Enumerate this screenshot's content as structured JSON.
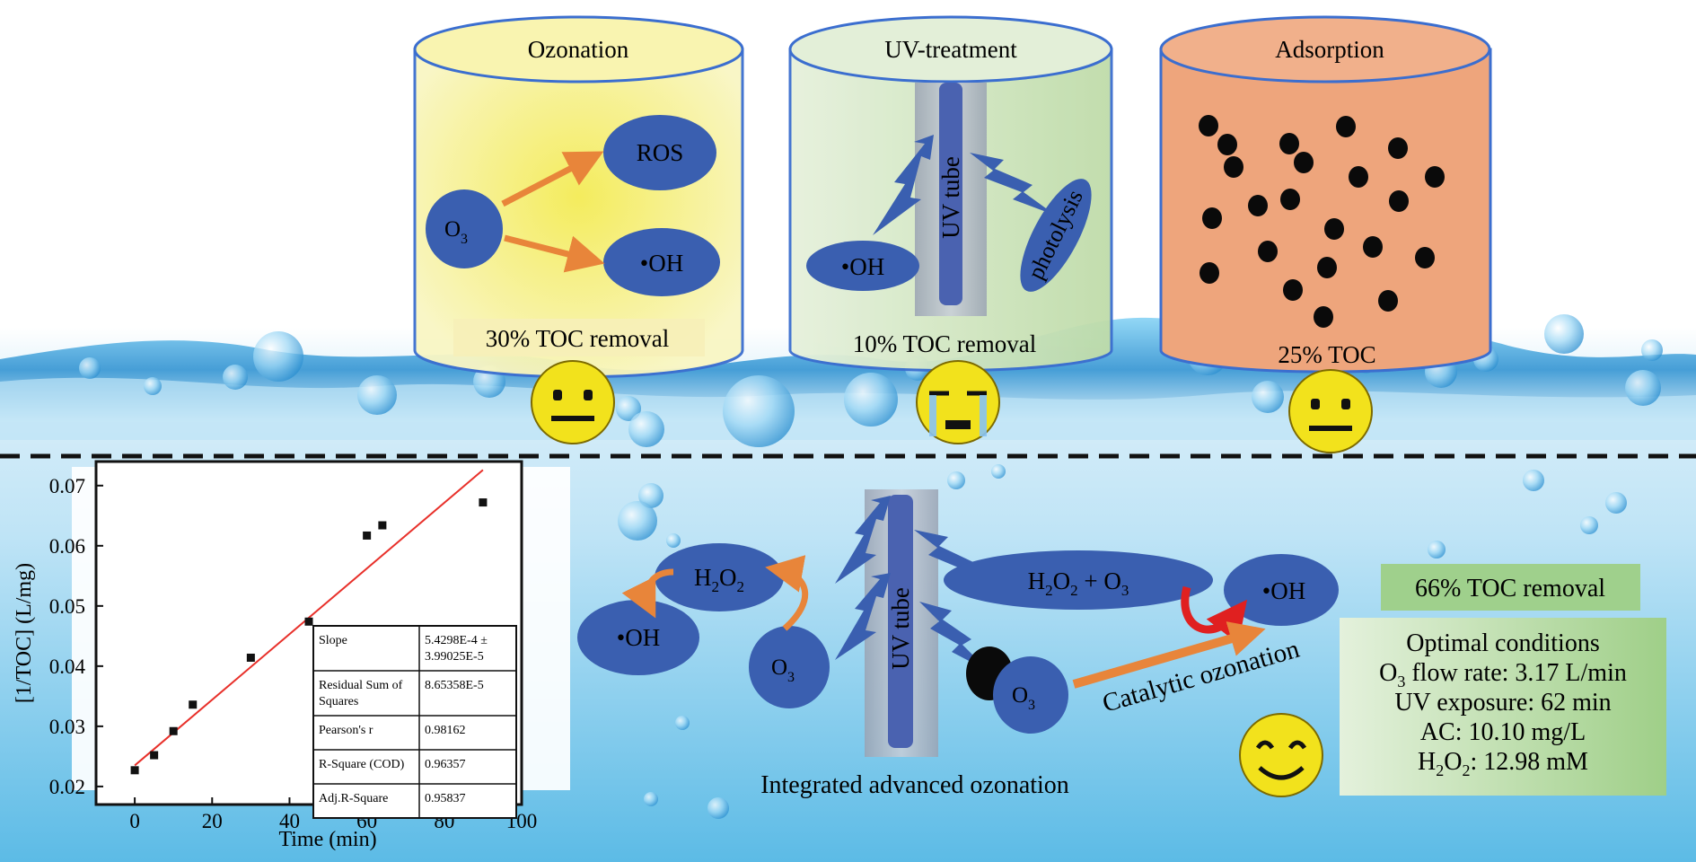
{
  "top_panel": {
    "ozonation": {
      "title": "Ozonation",
      "nodes": {
        "o3": "O",
        "o3_sub": "3",
        "ros": "ROS",
        "oh": "•OH"
      },
      "removal": "30% TOC removal"
    },
    "uv_treatment": {
      "title": "UV-treatment",
      "tube": "UV tube",
      "oh": "•OH",
      "photolysis": "photolysis",
      "removal": "10% TOC removal"
    },
    "adsorption": {
      "title": "Adsorption",
      "removal": "25% TOC"
    }
  },
  "bottom_panel": {
    "h2o2": "H",
    "h2o2_sub": "2",
    "h2o2_o": "O",
    "h2o2_sub2": "2",
    "oh_left": "•OH",
    "o3_left": "O",
    "o3_left_sub": "3",
    "uv_tube": "UV tube",
    "h2o2_o3": "H",
    "h2o2_o3_sub": "2",
    "h2o2_o3_o": "O",
    "h2o2_o3_sub2": "2",
    "h2o2_o3_plus": " + O",
    "h2o2_o3_sub3": "3",
    "o3_right": "O",
    "o3_right_sub": "3",
    "oh_right": "•OH",
    "catalytic": "Catalytic ozonation",
    "caption": "Integrated advanced ozonation",
    "result": "66% TOC removal",
    "optimal": {
      "title": "Optimal conditions",
      "line1_a": "O",
      "line1_sub": "3",
      "line1_b": " flow rate: 3.17 L/min",
      "line2": "UV exposure: 62 min",
      "line3": "AC: 10.10 mg/L",
      "line4_a": "H",
      "line4_sub": "2",
      "line4_b": "O",
      "line4_sub2": "2",
      "line4_c": ": 12.98 mM"
    }
  },
  "chart_data": {
    "type": "scatter",
    "xlabel": "Time (min)",
    "ylabel": "[1/TOC] (L/mg)",
    "xlim": [
      -10,
      100
    ],
    "ylim": [
      0.017,
      0.074
    ],
    "xticks": [
      0,
      20,
      40,
      60,
      80,
      100
    ],
    "yticks": [
      0.02,
      0.03,
      0.04,
      0.05,
      0.06,
      0.07
    ],
    "ytick_labels": [
      "0.02",
      "0.03",
      "0.04",
      "0.05",
      "0.06",
      "0.07"
    ],
    "points": [
      {
        "x": 0,
        "y": 0.0227
      },
      {
        "x": 5,
        "y": 0.0252
      },
      {
        "x": 10,
        "y": 0.0292
      },
      {
        "x": 15,
        "y": 0.0336
      },
      {
        "x": 30,
        "y": 0.0414
      },
      {
        "x": 45,
        "y": 0.0474
      },
      {
        "x": 60,
        "y": 0.0617
      },
      {
        "x": 64,
        "y": 0.0634
      },
      {
        "x": 90,
        "y": 0.0672
      }
    ],
    "fit_line": {
      "x": [
        0,
        90
      ],
      "y": [
        0.0235,
        0.0726
      ],
      "color": "#e8302a"
    },
    "stats_table": [
      [
        "Slope",
        "5.4298E-4 ±",
        "3.99025E-5"
      ],
      [
        "Residual Sum of",
        "8.65358E-5",
        "Squares"
      ],
      [
        "Pearson's r",
        "0.98162",
        ""
      ],
      [
        "R-Square (COD)",
        "0.96357",
        ""
      ],
      [
        "Adj.R-Square",
        "0.95837",
        ""
      ]
    ]
  },
  "colors": {
    "accent_blue": "#3a5fb0",
    "arrow_orange": "#e8853a",
    "ozonation_fill": "#f7f3a6",
    "uv_fill": "#d8e9c6",
    "adsorption_fill": "#eea57c",
    "water": "#5ab9ea",
    "result_green": "#9fd08c",
    "emoji_yellow": "#f2e21c"
  }
}
